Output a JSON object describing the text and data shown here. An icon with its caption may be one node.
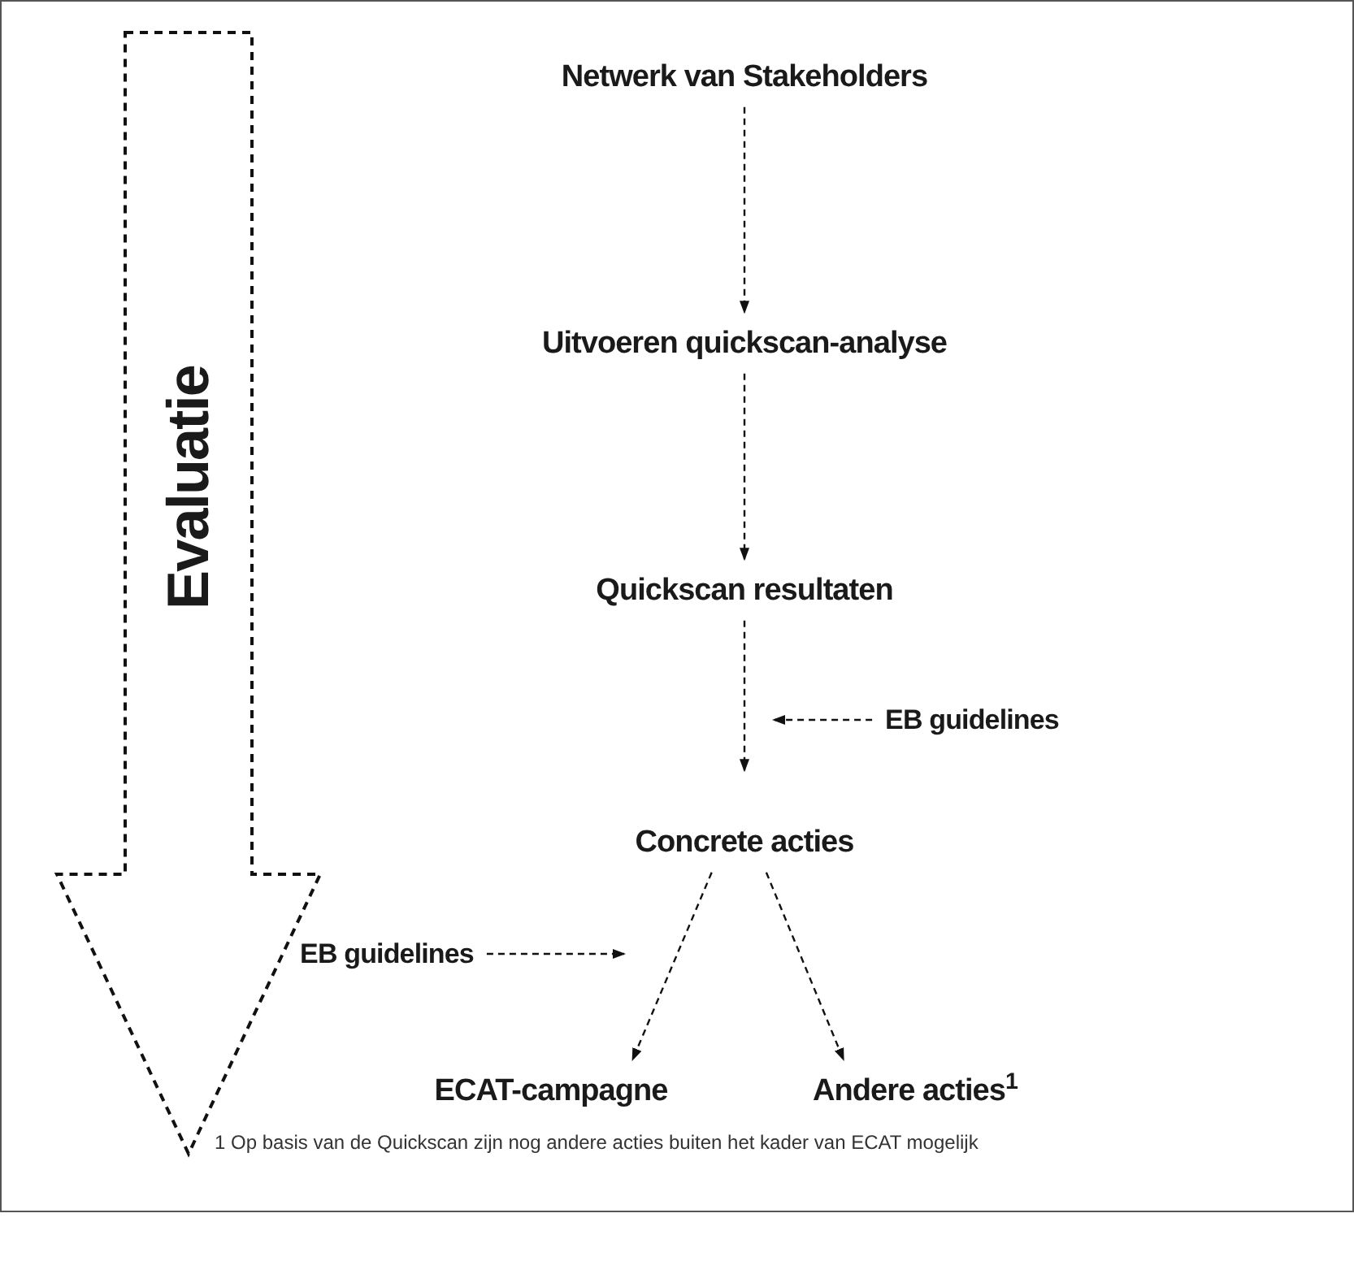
{
  "diagram": {
    "nodes": [
      {
        "text": [
          "Evaluatie"
        ]
      },
      {
        "text": [
          "Netwerk van Stakeholders"
        ]
      },
      {
        "text": [
          "Uitvoeren quickscan-analyse"
        ]
      },
      {
        "text": [
          "Quickscan resultaten"
        ]
      },
      {
        "text": [
          "EB guidelines"
        ]
      },
      {
        "text": [
          "Concrete acties"
        ]
      },
      {
        "text": [
          "EB guidelines"
        ]
      },
      {
        "text": [
          "ECAT-campagne"
        ]
      },
      {
        "text": [
          "Andere acties$^{1}$"
        ]
      }
    ],
    "edges": [
      {
        "from": 1,
        "to": 2,
        "arrow": "to"
      },
      {
        "from": 2,
        "to": 3,
        "arrow": "to"
      },
      {
        "from": 3,
        "to": 5,
        "arrow": "to"
      },
      {
        "from": 4,
        "to": null,
        "arrow": "to"
      },
      {
        "from": 5,
        "to": 7,
        "arrow": "to"
      },
      {
        "from": 5,
        "to": 8,
        "arrow": "to"
      },
      {
        "from": 6,
        "to": null,
        "arrow": "to"
      }
    ],
    "labels": [
      "1 Op basis van de Quickscan zijn nog andere acties buiten het kader van ECAT mogelijk"
    ]
  }
}
